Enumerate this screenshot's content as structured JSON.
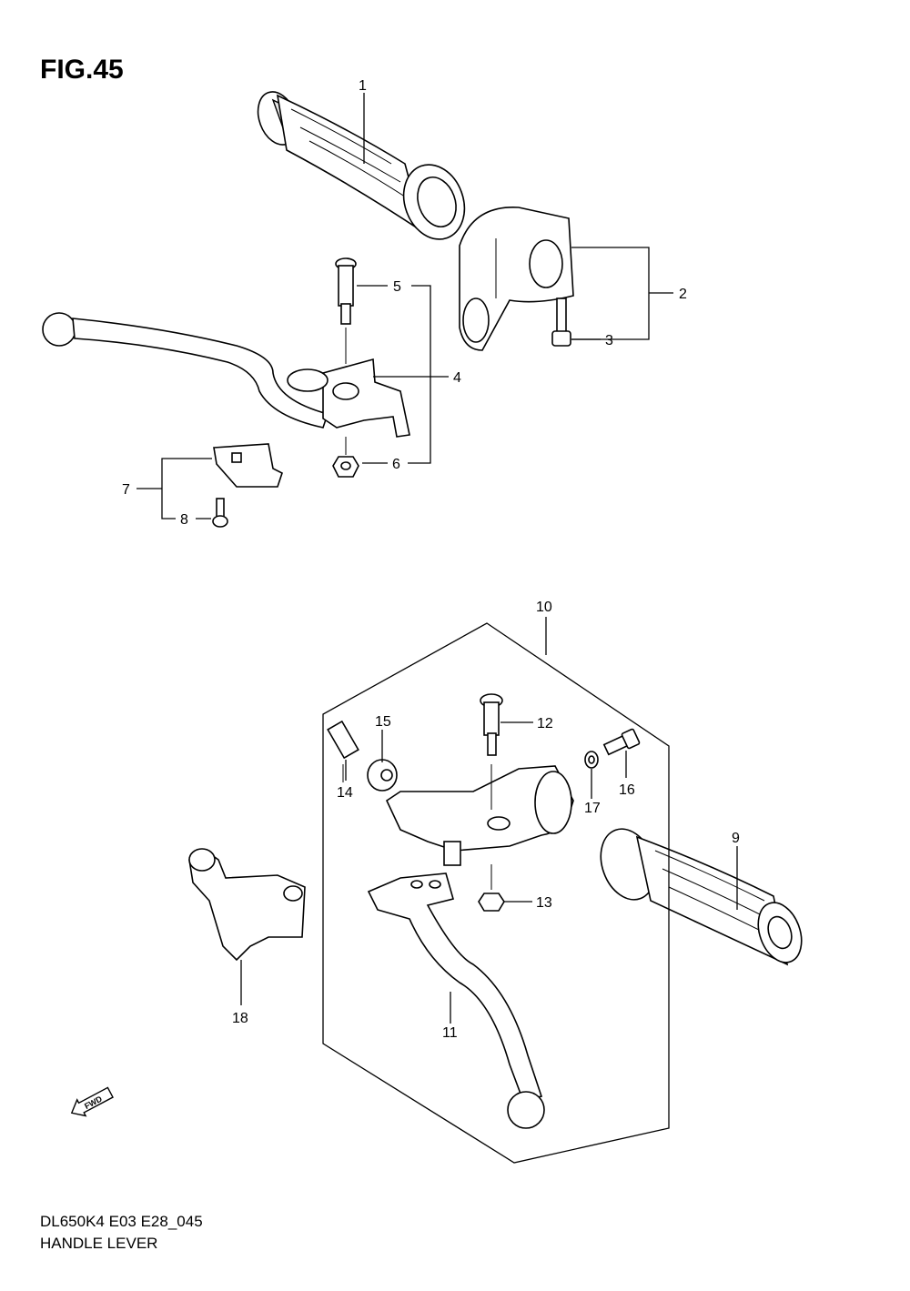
{
  "figure": {
    "title": "FIG.45",
    "model_code": "DL650K4 E03 E28_045",
    "caption": "HANDLE LEVER",
    "fwd_label": "FWD"
  },
  "callouts": [
    "1",
    "2",
    "3",
    "4",
    "5",
    "6",
    "7",
    "8",
    "9",
    "10",
    "11",
    "12",
    "13",
    "14",
    "15",
    "16",
    "17",
    "18"
  ]
}
